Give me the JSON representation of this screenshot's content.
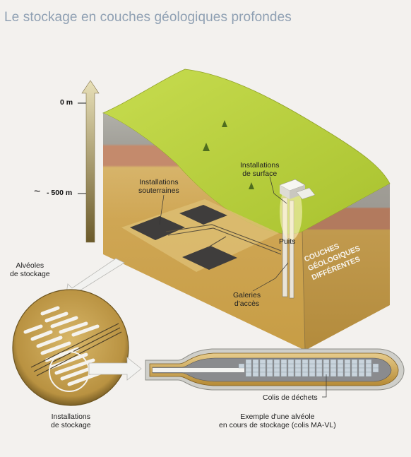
{
  "title": "Le stockage en couches géologiques profondes",
  "depth_scale": {
    "top_label": "0 m",
    "bottom_label": "- 500 m",
    "approx_symbol": "~"
  },
  "labels": {
    "installations_surface": "Installations\nde surface",
    "installations_souterraines": "Installations\nsouterraines",
    "puits": "Puits",
    "couches": "COUCHES",
    "geologiques": "GÉOLOGIQUES",
    "differentes": "DIFFÉRENTES",
    "galeries": "Galeries\nd'accès",
    "alveoles": "Alvéoles\nde stockage",
    "installations_stockage": "Installations\nde stockage",
    "colis": "Colis de déchets",
    "exemple": "Exemple d'une alvéole\nen cours de stockage (colis MA-VL)"
  },
  "colors": {
    "surface_green": "#b7cf3a",
    "layer_grey": "#a7a49c",
    "layer_red": "#c98868",
    "layer_ochre": "#caa85a",
    "deep_ochre": "#c9a24e",
    "title_blue": "#8fa0b3"
  }
}
